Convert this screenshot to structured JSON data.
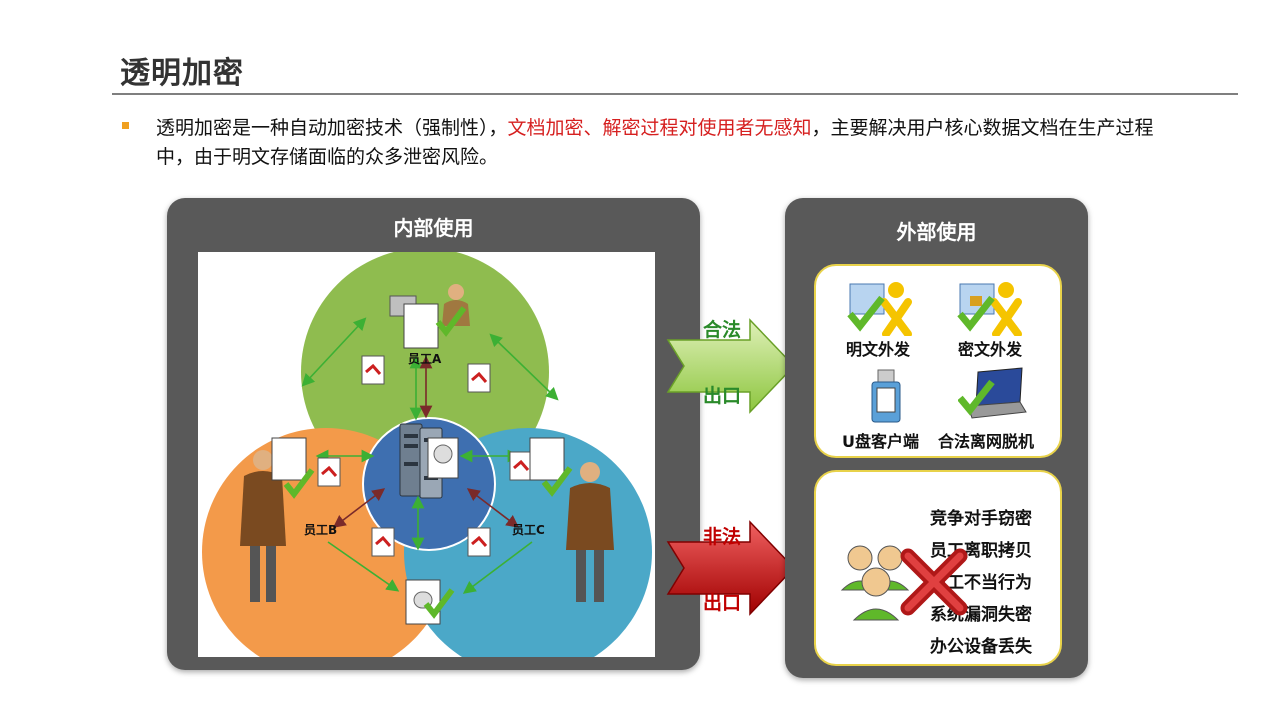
{
  "page": {
    "title": "透明加密",
    "intro_part1": "透明加密是一种自动加密技术（强制性），",
    "intro_highlight": "文档加密、解密过程对使用者无感知",
    "intro_part2": "，主要解决用户核心数据文档在生产过程中，由于明文存储面临的众多泄密风险。"
  },
  "internal": {
    "title": "内部使用",
    "employees": [
      "员工A",
      "员工B",
      "员工C"
    ]
  },
  "arrows": {
    "legal_top": "合法",
    "legal_bottom": "出口",
    "illegal_top": "非法",
    "illegal_bottom": "出口"
  },
  "external": {
    "title": "外部使用",
    "items": [
      "明文外发",
      "密文外发",
      "U盘客户端",
      "合法离网脱机"
    ],
    "risks": [
      "竞争对手窃密",
      "员工离职拷贝",
      "员工不当行为",
      "系统漏洞失密",
      "办公设备丢失"
    ]
  },
  "colors": {
    "accent_bullet": "#f0a020",
    "highlight_text": "#d62020",
    "panel": "#595959",
    "legal_arrow": "#8dc63f",
    "illegal_arrow": "#c00000",
    "circle_green": "#8fbc4f",
    "circle_orange": "#f39a4a",
    "circle_blue": "#4ba8c8",
    "circle_center": "#3e6fb0"
  }
}
